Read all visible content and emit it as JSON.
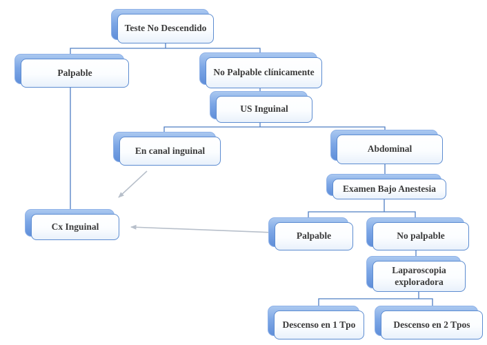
{
  "diagram": {
    "title": "Teste No Descendido decision flowchart",
    "type": "flowchart",
    "colors": {
      "node_border": "#5b8bd0",
      "node_fill_top": "#ffffff",
      "node_fill_bottom": "#e9f1fb",
      "node_shadow_top": "#aac8f0",
      "node_shadow_bottom": "#5f8ed9",
      "connector_blue": "#4d7dc2",
      "arrow_gray": "#b7bfca",
      "text": "#3a3a3a"
    }
  },
  "nodes": [
    {
      "id": "teste-no-descendido",
      "label": "Teste No Descendido"
    },
    {
      "id": "palpable-left",
      "label": "Palpable"
    },
    {
      "id": "no-palpable-clinicamente",
      "label": "No Palpable clínicamente"
    },
    {
      "id": "us-inguinal",
      "label": "US Inguinal"
    },
    {
      "id": "en-canal-inguinal",
      "label": "En canal inguinal"
    },
    {
      "id": "abdominal",
      "label": "Abdominal"
    },
    {
      "id": "examen-bajo-anestesia",
      "label": "Examen Bajo Anestesia"
    },
    {
      "id": "cx-inguinal",
      "label": "Cx Inguinal"
    },
    {
      "id": "palpable-bottom",
      "label": "Palpable"
    },
    {
      "id": "no-palpable-bottom",
      "label": "No palpable"
    },
    {
      "id": "laparoscopia-exploradora",
      "label": "Laparoscopia exploradora"
    },
    {
      "id": "descenso-en-1-tpo",
      "label": "Descenso en 1 Tpo"
    },
    {
      "id": "descenso-en-2-tpos",
      "label": "Descenso en 2 Tpos"
    }
  ],
  "edges": [
    {
      "from": "teste-no-descendido",
      "to": "palpable-left",
      "style": "blue-line"
    },
    {
      "from": "teste-no-descendido",
      "to": "no-palpable-clinicamente",
      "style": "blue-line"
    },
    {
      "from": "no-palpable-clinicamente",
      "to": "us-inguinal",
      "style": "blue-line"
    },
    {
      "from": "us-inguinal",
      "to": "en-canal-inguinal",
      "style": "blue-line"
    },
    {
      "from": "us-inguinal",
      "to": "abdominal",
      "style": "blue-line"
    },
    {
      "from": "palpable-left",
      "to": "cx-inguinal",
      "style": "blue-line"
    },
    {
      "from": "abdominal",
      "to": "examen-bajo-anestesia",
      "style": "blue-line"
    },
    {
      "from": "examen-bajo-anestesia",
      "to": "palpable-bottom",
      "style": "blue-line"
    },
    {
      "from": "examen-bajo-anestesia",
      "to": "no-palpable-bottom",
      "style": "blue-line"
    },
    {
      "from": "no-palpable-bottom",
      "to": "laparoscopia-exploradora",
      "style": "blue-line"
    },
    {
      "from": "laparoscopia-exploradora",
      "to": "descenso-en-1-tpo",
      "style": "blue-line"
    },
    {
      "from": "laparoscopia-exploradora",
      "to": "descenso-en-2-tpos",
      "style": "blue-line"
    },
    {
      "from": "en-canal-inguinal",
      "to": "cx-inguinal",
      "style": "gray-arrow"
    },
    {
      "from": "palpable-bottom",
      "to": "cx-inguinal",
      "style": "gray-arrow"
    }
  ]
}
